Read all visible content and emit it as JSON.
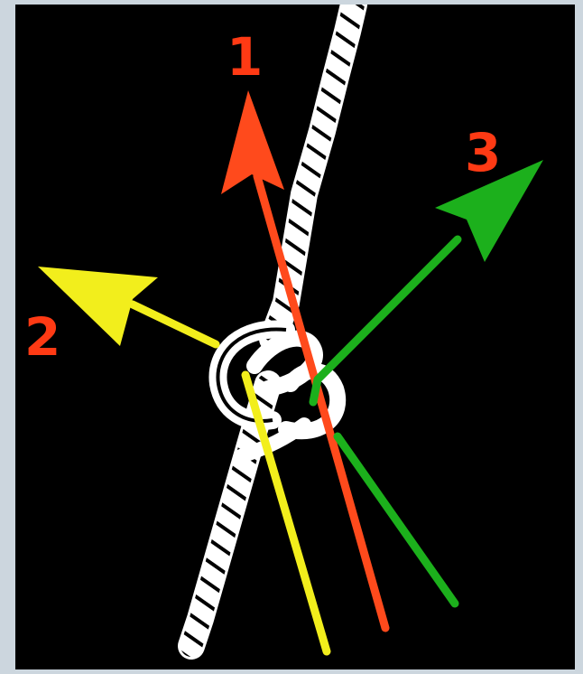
{
  "colors": {
    "background": "#000000",
    "frame": "#ccd6de",
    "rope": "#ffffff",
    "strand_1": "#ff4a1c",
    "strand_2": "#f2ee1c",
    "strand_3": "#1cb01c",
    "label_color": "#ff3a14"
  },
  "labels": {
    "one": "1",
    "two": "2",
    "three": "3"
  },
  "icons": {
    "rope": "twisted-rope",
    "arrows": "direction-arrows"
  }
}
